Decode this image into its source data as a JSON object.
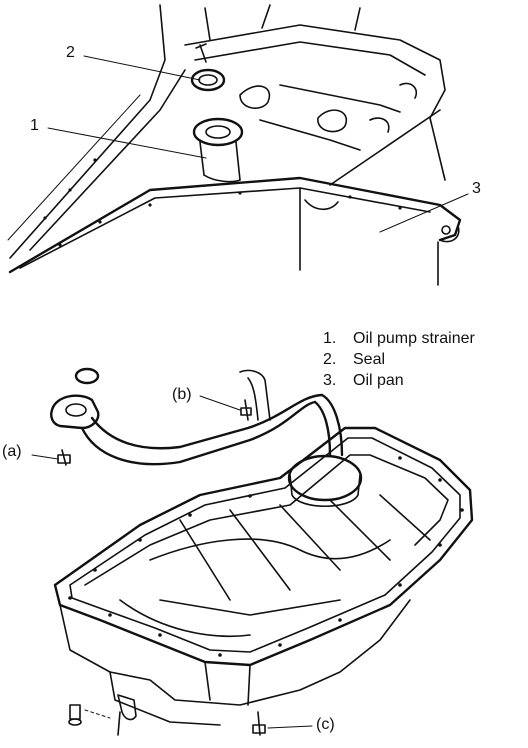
{
  "callouts": {
    "c1": "1",
    "c2": "2",
    "c3": "3",
    "a": "(a)",
    "b": "(b)",
    "c": "(c)"
  },
  "legend": [
    {
      "num": "1.",
      "text": "Oil pump strainer"
    },
    {
      "num": "2.",
      "text": "Seal"
    },
    {
      "num": "3.",
      "text": "Oil pan"
    }
  ]
}
